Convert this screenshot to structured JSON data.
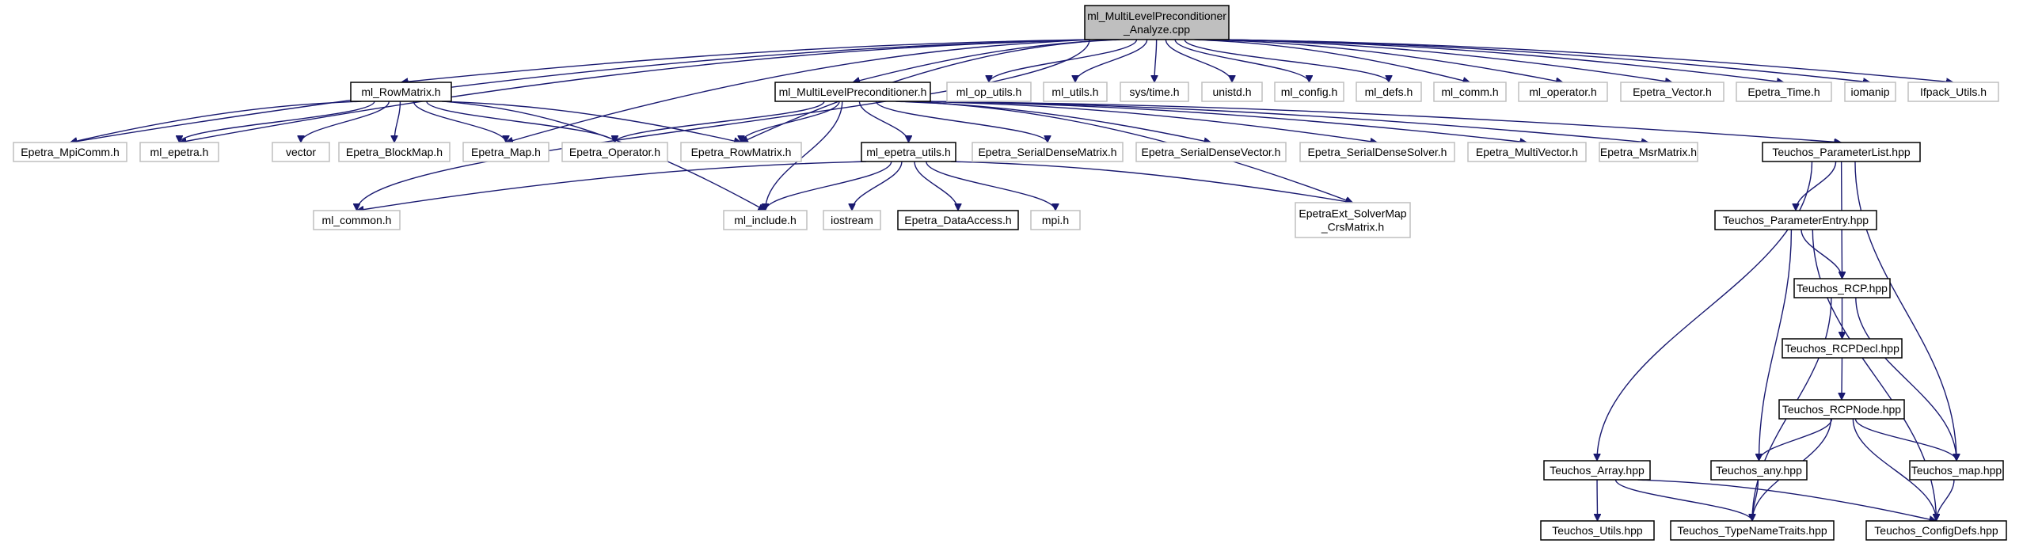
{
  "graph": {
    "edge_color": "#191970",
    "root_fill": "#bfbfbf",
    "nodes": {
      "root": {
        "lines": [
          "ml_MultiLevelPreconditioner",
          "_Analyze.cpp"
        ],
        "kind": "root"
      },
      "rowmatrix_h": {
        "lines": [
          "ml_RowMatrix.h"
        ],
        "kind": "doc"
      },
      "mlp_h": {
        "lines": [
          "ml_MultiLevelPreconditioner.h"
        ],
        "kind": "doc"
      },
      "op_utils": {
        "lines": [
          "ml_op_utils.h"
        ],
        "kind": "ext"
      },
      "ml_utils": {
        "lines": [
          "ml_utils.h"
        ],
        "kind": "ext"
      },
      "sys_time": {
        "lines": [
          "sys/time.h"
        ],
        "kind": "ext"
      },
      "unistd": {
        "lines": [
          "unistd.h"
        ],
        "kind": "ext"
      },
      "ml_config": {
        "lines": [
          "ml_config.h"
        ],
        "kind": "ext"
      },
      "ml_defs": {
        "lines": [
          "ml_defs.h"
        ],
        "kind": "ext"
      },
      "ml_comm": {
        "lines": [
          "ml_comm.h"
        ],
        "kind": "ext"
      },
      "ml_operator": {
        "lines": [
          "ml_operator.h"
        ],
        "kind": "ext"
      },
      "epetra_vector": {
        "lines": [
          "Epetra_Vector.h"
        ],
        "kind": "ext"
      },
      "epetra_time": {
        "lines": [
          "Epetra_Time.h"
        ],
        "kind": "ext"
      },
      "iomanip": {
        "lines": [
          "iomanip"
        ],
        "kind": "ext"
      },
      "ifpack_utils": {
        "lines": [
          "Ifpack_Utils.h"
        ],
        "kind": "ext"
      },
      "epetra_mpicomm": {
        "lines": [
          "Epetra_MpiComm.h"
        ],
        "kind": "ext"
      },
      "ml_epetra": {
        "lines": [
          "ml_epetra.h"
        ],
        "kind": "ext"
      },
      "vector": {
        "lines": [
          "vector"
        ],
        "kind": "ext"
      },
      "epetra_blockmap": {
        "lines": [
          "Epetra_BlockMap.h"
        ],
        "kind": "ext"
      },
      "epetra_map": {
        "lines": [
          "Epetra_Map.h"
        ],
        "kind": "ext"
      },
      "epetra_operator": {
        "lines": [
          "Epetra_Operator.h"
        ],
        "kind": "ext"
      },
      "epetra_rowmatrix": {
        "lines": [
          "Epetra_RowMatrix.h"
        ],
        "kind": "ext"
      },
      "ml_epetra_utils": {
        "lines": [
          "ml_epetra_utils.h"
        ],
        "kind": "doc"
      },
      "sdm": {
        "lines": [
          "Epetra_SerialDenseMatrix.h"
        ],
        "kind": "ext"
      },
      "sdv": {
        "lines": [
          "Epetra_SerialDenseVector.h"
        ],
        "kind": "ext"
      },
      "sds": {
        "lines": [
          "Epetra_SerialDenseSolver.h"
        ],
        "kind": "ext"
      },
      "multivector": {
        "lines": [
          "Epetra_MultiVector.h"
        ],
        "kind": "ext"
      },
      "msrmatrix": {
        "lines": [
          "Epetra_MsrMatrix.h"
        ],
        "kind": "ext"
      },
      "t_plist": {
        "lines": [
          "Teuchos_ParameterList.hpp"
        ],
        "kind": "doc"
      },
      "ml_common": {
        "lines": [
          "ml_common.h"
        ],
        "kind": "ext"
      },
      "ml_include": {
        "lines": [
          "ml_include.h"
        ],
        "kind": "ext"
      },
      "iostream": {
        "lines": [
          "iostream"
        ],
        "kind": "ext"
      },
      "epetra_dataaccess": {
        "lines": [
          "Epetra_DataAccess.h"
        ],
        "kind": "doc"
      },
      "mpi": {
        "lines": [
          "mpi.h"
        ],
        "kind": "ext"
      },
      "solvermap": {
        "lines": [
          "EpetraExt_SolverMap",
          "_CrsMatrix.h"
        ],
        "kind": "ext"
      },
      "t_pentry": {
        "lines": [
          "Teuchos_ParameterEntry.hpp"
        ],
        "kind": "doc"
      },
      "t_rcp": {
        "lines": [
          "Teuchos_RCP.hpp"
        ],
        "kind": "doc"
      },
      "t_rcpdecl": {
        "lines": [
          "Teuchos_RCPDecl.hpp"
        ],
        "kind": "doc"
      },
      "t_rcpnode": {
        "lines": [
          "Teuchos_RCPNode.hpp"
        ],
        "kind": "doc"
      },
      "t_array": {
        "lines": [
          "Teuchos_Array.hpp"
        ],
        "kind": "doc"
      },
      "t_any": {
        "lines": [
          "Teuchos_any.hpp"
        ],
        "kind": "doc"
      },
      "t_map": {
        "lines": [
          "Teuchos_map.hpp"
        ],
        "kind": "doc"
      },
      "t_utils": {
        "lines": [
          "Teuchos_Utils.hpp"
        ],
        "kind": "doc"
      },
      "t_typename": {
        "lines": [
          "Teuchos_TypeNameTraits.hpp"
        ],
        "kind": "doc"
      },
      "t_configdefs": {
        "lines": [
          "Teuchos_ConfigDefs.hpp"
        ],
        "kind": "doc"
      }
    },
    "edges": [
      [
        "root",
        "rowmatrix_h"
      ],
      [
        "root",
        "mlp_h"
      ],
      [
        "root",
        "op_utils"
      ],
      [
        "root",
        "ml_utils"
      ],
      [
        "root",
        "sys_time"
      ],
      [
        "root",
        "unistd"
      ],
      [
        "root",
        "ml_config"
      ],
      [
        "root",
        "ml_defs"
      ],
      [
        "root",
        "ml_comm"
      ],
      [
        "root",
        "ml_operator"
      ],
      [
        "root",
        "epetra_vector"
      ],
      [
        "root",
        "epetra_time"
      ],
      [
        "root",
        "iomanip"
      ],
      [
        "root",
        "ifpack_utils"
      ],
      [
        "root",
        "epetra_mpicomm"
      ],
      [
        "root",
        "ml_epetra"
      ],
      [
        "root",
        "epetra_map"
      ],
      [
        "root",
        "epetra_rowmatrix"
      ],
      [
        "root",
        "ml_common"
      ],
      [
        "rowmatrix_h",
        "epetra_mpicomm"
      ],
      [
        "rowmatrix_h",
        "ml_epetra"
      ],
      [
        "rowmatrix_h",
        "vector"
      ],
      [
        "rowmatrix_h",
        "epetra_blockmap"
      ],
      [
        "rowmatrix_h",
        "epetra_map"
      ],
      [
        "rowmatrix_h",
        "epetra_operator"
      ],
      [
        "rowmatrix_h",
        "epetra_rowmatrix"
      ],
      [
        "rowmatrix_h",
        "ml_include"
      ],
      [
        "mlp_h",
        "epetra_operator"
      ],
      [
        "mlp_h",
        "epetra_rowmatrix"
      ],
      [
        "mlp_h",
        "ml_include"
      ],
      [
        "mlp_h",
        "ml_epetra_utils"
      ],
      [
        "mlp_h",
        "sdm"
      ],
      [
        "mlp_h",
        "sdv"
      ],
      [
        "mlp_h",
        "sds"
      ],
      [
        "mlp_h",
        "multivector"
      ],
      [
        "mlp_h",
        "msrmatrix"
      ],
      [
        "mlp_h",
        "t_plist"
      ],
      [
        "mlp_h",
        "solvermap"
      ],
      [
        "ml_epetra_utils",
        "ml_common"
      ],
      [
        "ml_epetra_utils",
        "ml_include"
      ],
      [
        "ml_epetra_utils",
        "iostream"
      ],
      [
        "ml_epetra_utils",
        "epetra_dataaccess"
      ],
      [
        "ml_epetra_utils",
        "mpi"
      ],
      [
        "ml_epetra_utils",
        "solvermap"
      ],
      [
        "t_plist",
        "t_pentry"
      ],
      [
        "t_plist",
        "t_rcp"
      ],
      [
        "t_plist",
        "t_array"
      ],
      [
        "t_plist",
        "t_map"
      ],
      [
        "t_pentry",
        "t_rcp"
      ],
      [
        "t_pentry",
        "t_any"
      ],
      [
        "t_pentry",
        "t_configdefs"
      ],
      [
        "t_rcp",
        "t_rcpdecl"
      ],
      [
        "t_rcp",
        "t_typename"
      ],
      [
        "t_rcp",
        "t_map"
      ],
      [
        "t_rcpdecl",
        "t_rcpnode"
      ],
      [
        "t_rcpnode",
        "t_any"
      ],
      [
        "t_rcpnode",
        "t_map"
      ],
      [
        "t_rcpnode",
        "t_typename"
      ],
      [
        "t_rcpnode",
        "t_configdefs"
      ],
      [
        "t_array",
        "t_utils"
      ],
      [
        "t_array",
        "t_typename"
      ],
      [
        "t_array",
        "t_configdefs"
      ],
      [
        "t_any",
        "t_typename"
      ],
      [
        "t_map",
        "t_configdefs"
      ]
    ]
  }
}
